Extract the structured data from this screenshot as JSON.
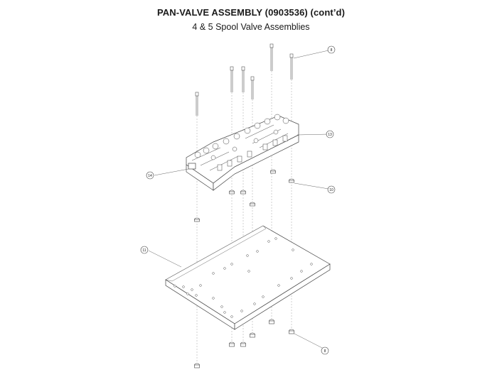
{
  "header": {
    "title": "PAN-VALVE ASSEMBLY (0903536) (cont’d)",
    "subtitle": "4 & 5 Spool Valve Assemblies"
  },
  "callouts": [
    {
      "id": "callout-8-top",
      "label": "8"
    },
    {
      "id": "callout-13",
      "label": "13"
    },
    {
      "id": "callout-14",
      "label": "14"
    },
    {
      "id": "callout-10",
      "label": "10"
    },
    {
      "id": "callout-11",
      "label": "11"
    },
    {
      "id": "callout-8-bottom",
      "label": "8"
    }
  ],
  "colors": {
    "line": "#555555",
    "ink": "#222222"
  }
}
